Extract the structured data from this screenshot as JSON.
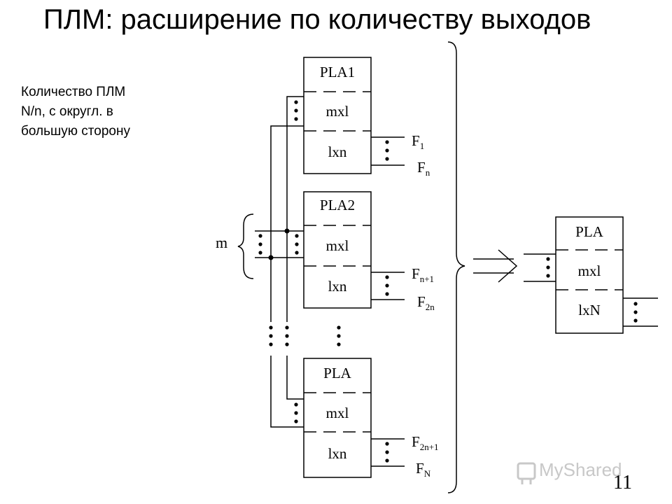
{
  "title": "ПЛМ: расширение по количеству выходов",
  "note": [
    "Количество ПЛМ",
    "N/n, с округл. в",
    "большую сторону"
  ],
  "input_label": "m",
  "blocks": [
    {
      "name": "PLA1",
      "and_plane": "mxl",
      "or_plane": "lxn",
      "out_first": {
        "base": "F",
        "sub": "1"
      },
      "out_last": {
        "base": "F",
        "sub": "n"
      }
    },
    {
      "name": "PLA2",
      "and_plane": "mxl",
      "or_plane": "lxn",
      "out_first": {
        "base": "F",
        "sub": "n+1"
      },
      "out_last": {
        "base": "F",
        "sub": "2n"
      }
    },
    {
      "name": "PLA",
      "and_plane": "mxl",
      "or_plane": "lxn",
      "out_first": {
        "base": "F",
        "sub": "2n+1"
      },
      "out_last": {
        "base": "F",
        "sub": "N"
      }
    }
  ],
  "result": {
    "name": "PLA",
    "and_plane": "mxl",
    "or_plane": "lxN"
  },
  "watermark": "MyShared",
  "slide_number": "11"
}
